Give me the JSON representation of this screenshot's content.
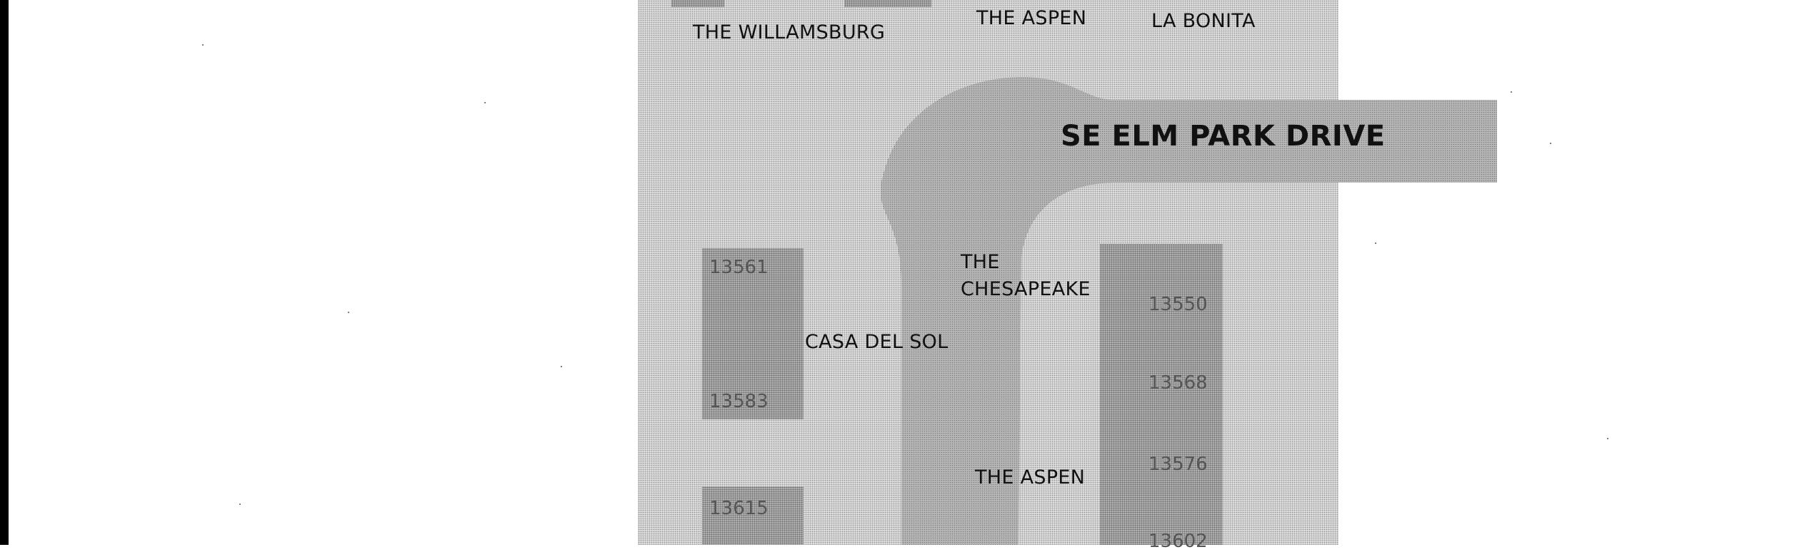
{
  "street": {
    "name": "SE ELM PARK DRIVE"
  },
  "buildings": {
    "top_left": "THE WILLAMSBURG",
    "top_center": "THE ASPEN",
    "top_right": "LA BONITA",
    "chesapeake_line1": "THE",
    "chesapeake_line2": "CHESAPEAKE",
    "casa_del_sol": "CASA DEL SOL",
    "aspen_lower": "THE ASPEN"
  },
  "addresses": {
    "a13561": "13561",
    "a13583": "13583",
    "a13615": "13615",
    "a13550": "13550",
    "a13568": "13568",
    "a13576": "13576",
    "a13602": "13602"
  },
  "colors": {
    "site": "#dcdcdc",
    "road": "#a8a8a8",
    "building": "#b0b0b0"
  }
}
